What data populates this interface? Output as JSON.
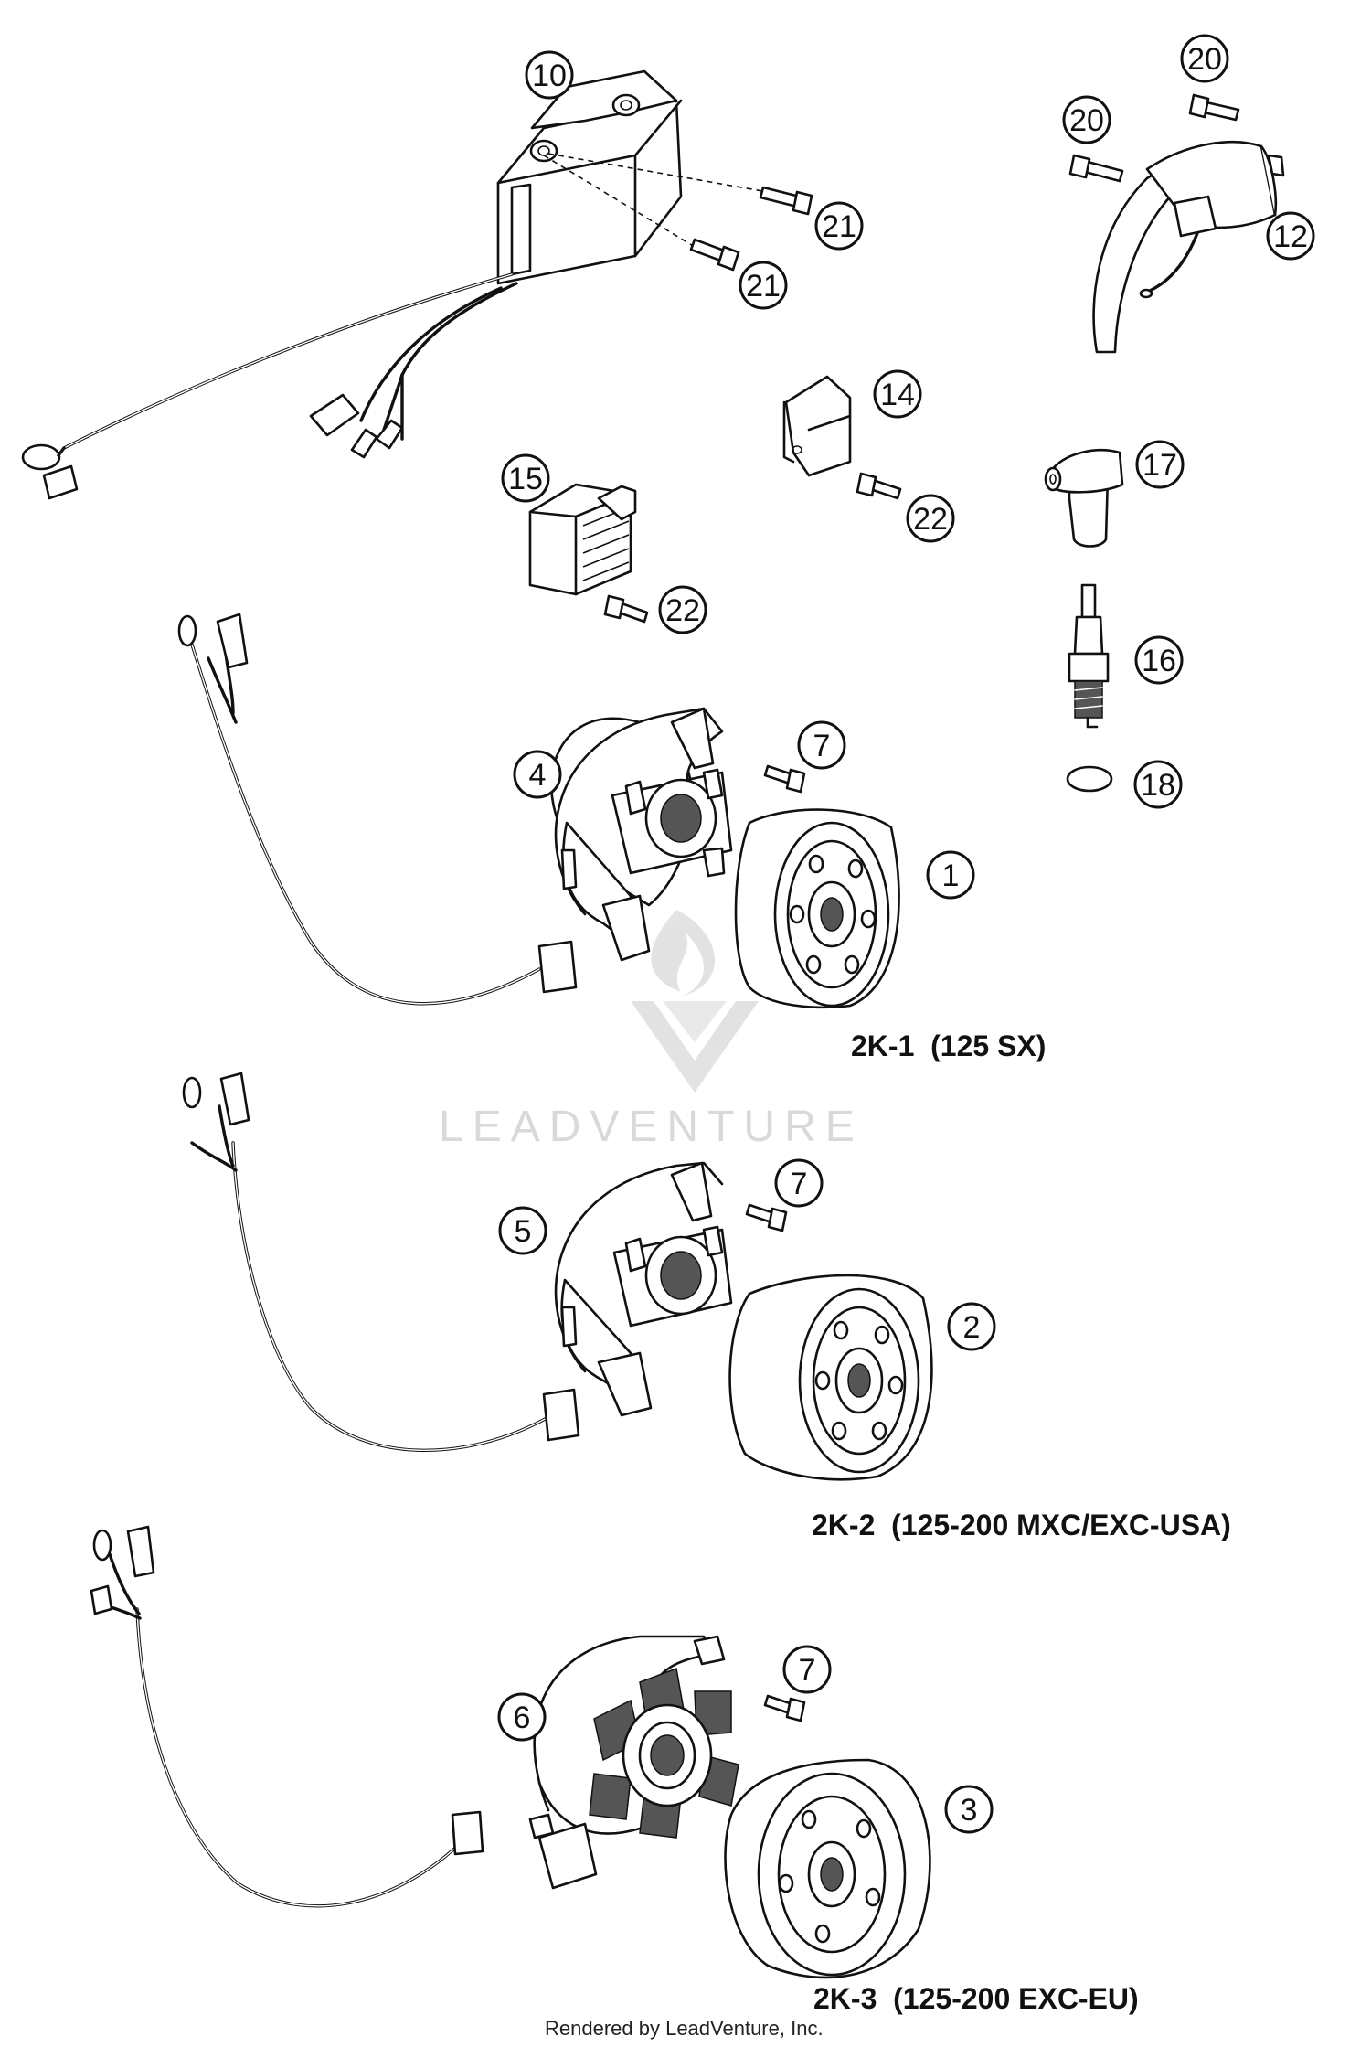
{
  "callouts": [
    "10",
    "21",
    "21",
    "20",
    "20",
    "12",
    "14",
    "22",
    "15",
    "22",
    "17",
    "16",
    "18",
    "7",
    "4",
    "1",
    "7",
    "5",
    "2",
    "7",
    "6",
    "3"
  ],
  "captions": {
    "group1": "2K-1  (125 SX)",
    "group2": "2K-2  (125-200 MXC/EXC-USA)",
    "group3": "2K-3  (125-200 EXC-EU)"
  },
  "watermark": "LEADVENTURE",
  "credit": "Rendered by LeadVenture, Inc."
}
